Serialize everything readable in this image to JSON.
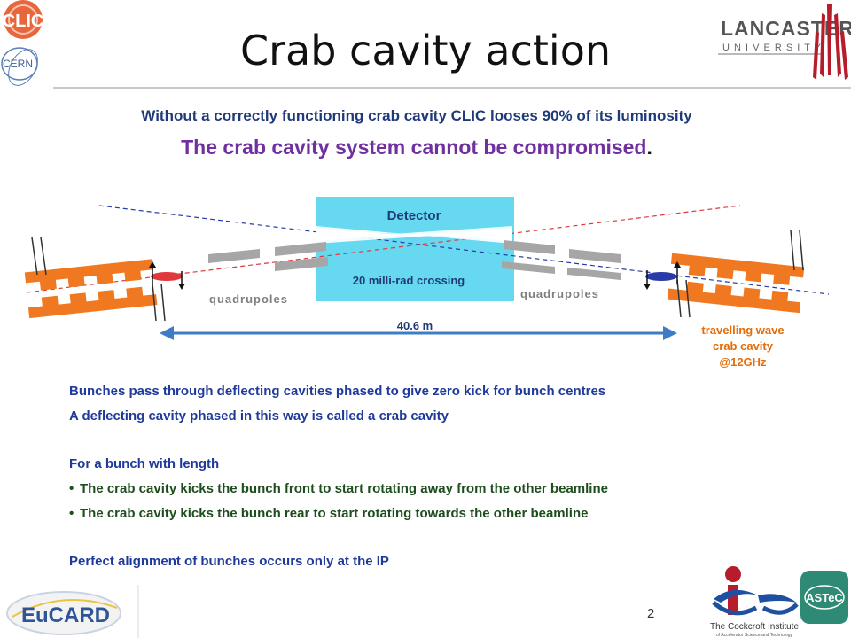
{
  "slide": {
    "title": "Crab cavity action",
    "page_number": "2",
    "subtitle_1": "Without a correctly functioning crab cavity CLIC looses 90% of its luminosity",
    "subtitle_2": "The crab cavity system cannot be compromised",
    "subtitle_2_end": "."
  },
  "logos": {
    "clic": "CLIC",
    "cern": "CERN",
    "lancaster_top": "LANCASTER",
    "lancaster_bottom": "U N I V E R S I T Y",
    "eucard": "EuCARD",
    "astec": "ASTeC",
    "cockcroft_line1": "The Cockcroft Institute",
    "cockcroft_line2": "of Accelerator Science and Technology"
  },
  "diagram": {
    "detector_label": "Detector",
    "crossing_label": "20 milli-rad  crossing",
    "quad_left_label": "quadrupoles",
    "quad_right_label": "quadrupoles",
    "distance_label": "40.6 m",
    "cavity_label_1": "travelling  wave",
    "cavity_label_2": "crab cavity",
    "cavity_label_3": "@12GHz"
  },
  "body": {
    "line1": "Bunches pass through deflecting cavities phased to give zero kick for bunch centres",
    "line2": "A deflecting cavity phased in this way is called a crab cavity",
    "line3": "For a bunch with length",
    "bullet1": "The crab cavity kicks the bunch front to start rotating away from the other beamline",
    "bullet2": "The crab cavity kicks the bunch rear to start rotating towards the other beamline",
    "line4": "Perfect alignment of bunches occurs only at the IP",
    "bullet_char": "•"
  },
  "colors": {
    "title": "#111111",
    "subtitle_blue": "#1f3a78",
    "subtitle_purple": "#7030a0",
    "detector": "#66d9f0",
    "cavity": "#f07820",
    "quad": "#a6a6a6",
    "beam_red": "#e0383c",
    "beam_blue": "#2a3aa8",
    "arrow": "#3e7cc8",
    "label_orange": "#e46c0a"
  }
}
